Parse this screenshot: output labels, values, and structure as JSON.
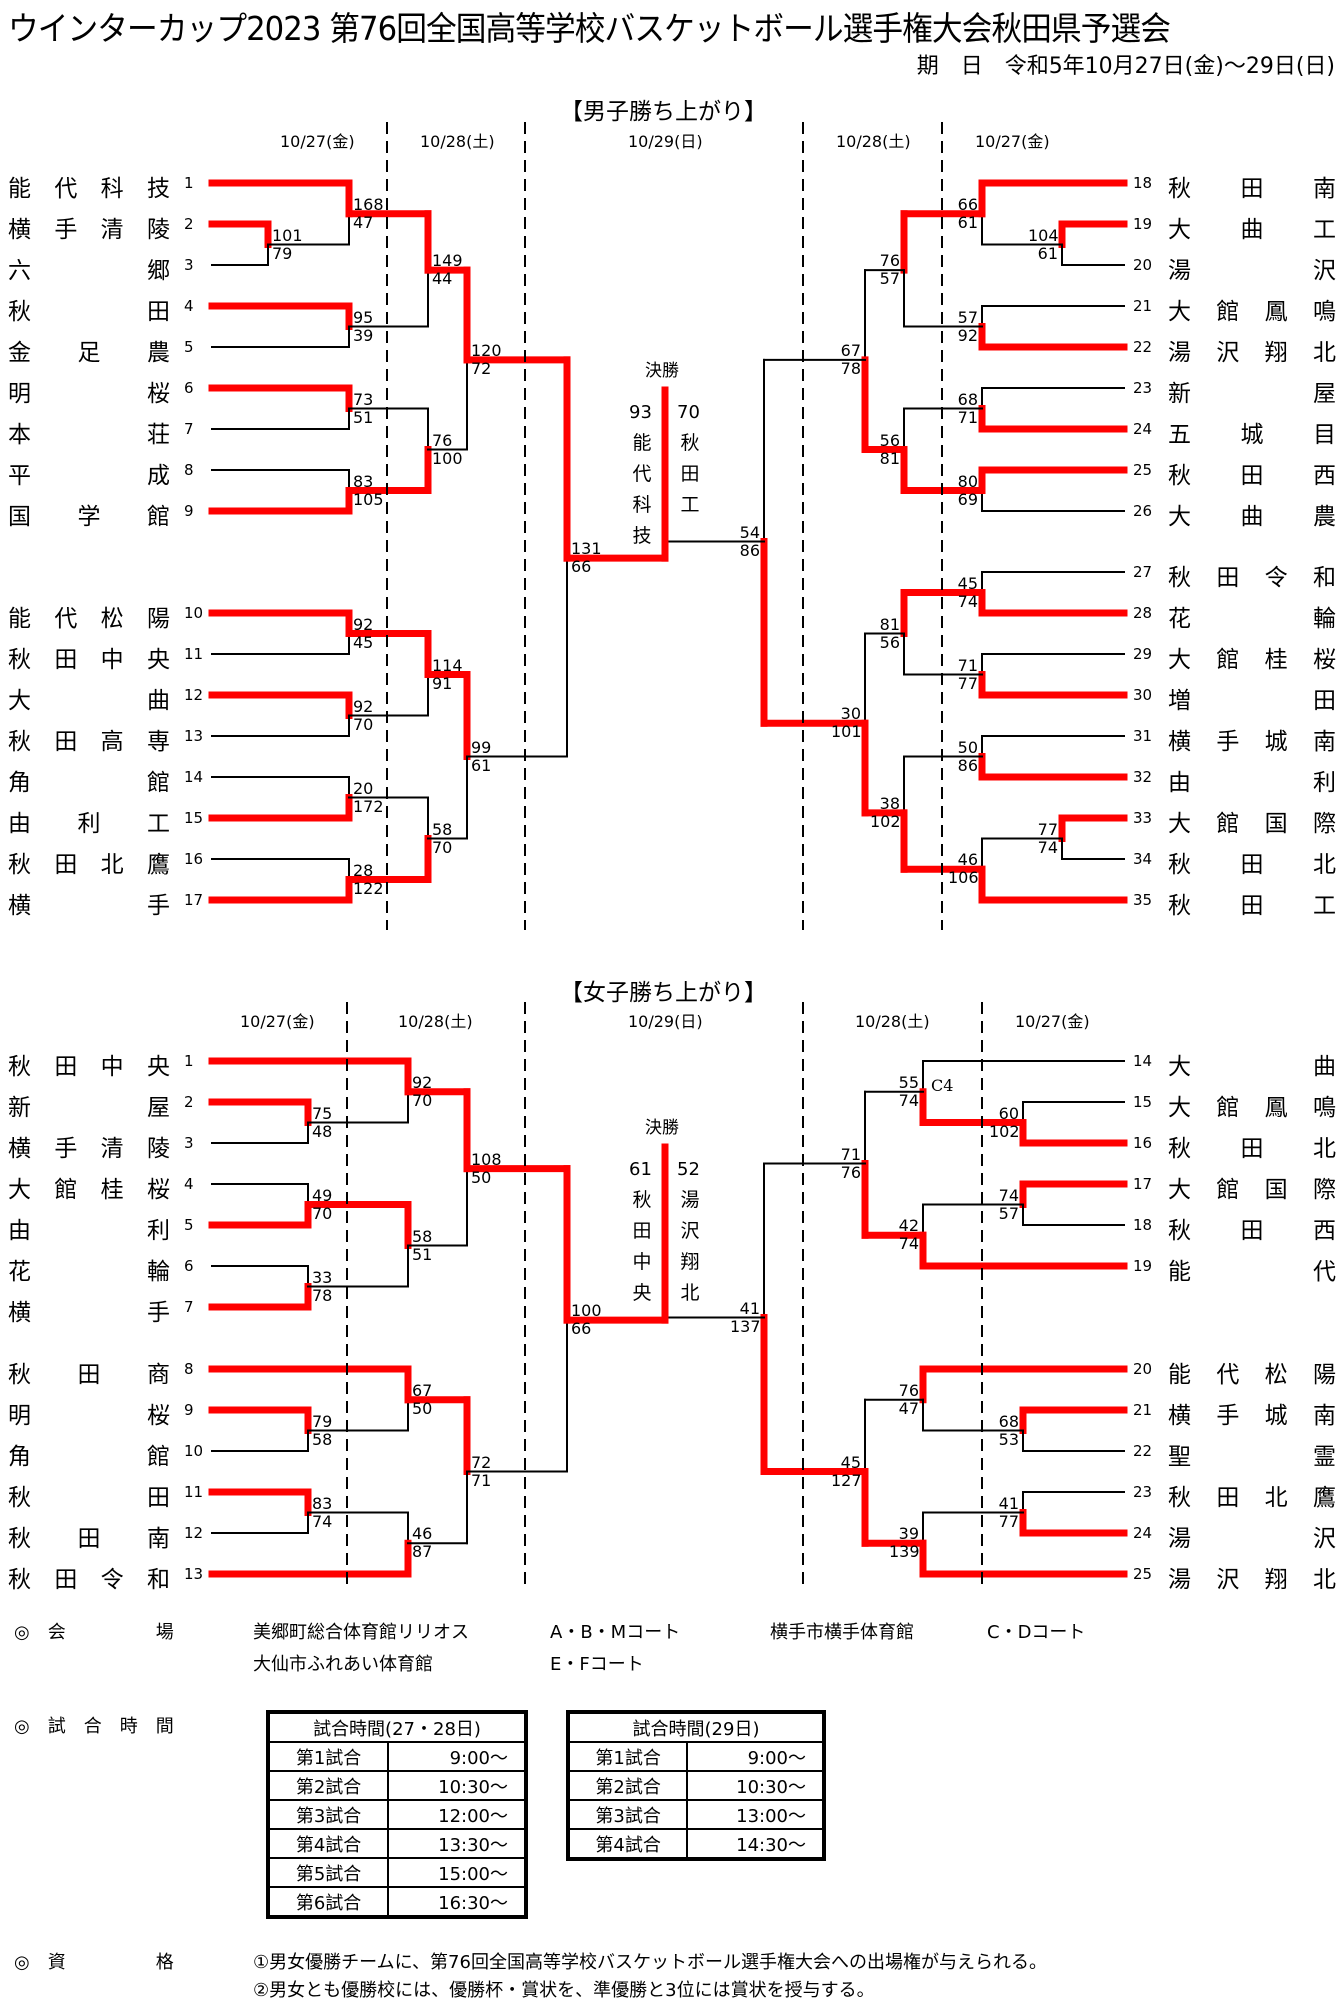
{
  "title": "ウインターカップ2023 第76回全国高等学校バスケットボール選手権大会秋田県予選会",
  "period": "期　日　令和5年10月27日(金)～29日(日)",
  "final_label": "決勝",
  "colors": {
    "winner_line": "#ff0000",
    "line": "#000000"
  },
  "boys": {
    "heading": "【男子勝ち上がり】",
    "dates": [
      "10/27(金)",
      "10/28(土)",
      "10/29(日)",
      "10/28(土)",
      "10/27(金)"
    ],
    "teams": [
      {
        "no": "1",
        "name": "能代科技"
      },
      {
        "no": "2",
        "name": "横手清陵"
      },
      {
        "no": "3",
        "name": "六郷"
      },
      {
        "no": "4",
        "name": "秋田"
      },
      {
        "no": "5",
        "name": "金足農"
      },
      {
        "no": "6",
        "name": "明桜"
      },
      {
        "no": "7",
        "name": "本荘"
      },
      {
        "no": "8",
        "name": "平成"
      },
      {
        "no": "9",
        "name": "国学館"
      },
      {
        "no": "10",
        "name": "能代松陽"
      },
      {
        "no": "11",
        "name": "秋田中央"
      },
      {
        "no": "12",
        "name": "大曲"
      },
      {
        "no": "13",
        "name": "秋田高専"
      },
      {
        "no": "14",
        "name": "角館"
      },
      {
        "no": "15",
        "name": "由利工"
      },
      {
        "no": "16",
        "name": "秋田北鷹"
      },
      {
        "no": "17",
        "name": "横手"
      },
      {
        "no": "18",
        "name": "秋田南"
      },
      {
        "no": "19",
        "name": "大曲工"
      },
      {
        "no": "20",
        "name": "湯沢"
      },
      {
        "no": "21",
        "name": "大館鳳鳴"
      },
      {
        "no": "22",
        "name": "湯沢翔北"
      },
      {
        "no": "23",
        "name": "新屋"
      },
      {
        "no": "24",
        "name": "五城目"
      },
      {
        "no": "25",
        "name": "秋田西"
      },
      {
        "no": "26",
        "name": "大曲農"
      },
      {
        "no": "27",
        "name": "秋田令和"
      },
      {
        "no": "28",
        "name": "花輪"
      },
      {
        "no": "29",
        "name": "大館桂桜"
      },
      {
        "no": "30",
        "name": "増田"
      },
      {
        "no": "31",
        "name": "横手城南"
      },
      {
        "no": "32",
        "name": "由利"
      },
      {
        "no": "33",
        "name": "大館国際"
      },
      {
        "no": "34",
        "name": "秋田北"
      },
      {
        "no": "35",
        "name": "秋田工"
      }
    ],
    "matches": [
      {
        "id": "b1",
        "top": "t2",
        "bottom": "t3",
        "scores": [
          "101",
          "79"
        ],
        "winner": "top"
      },
      {
        "id": "b2",
        "top": "t1",
        "bottom": "b1",
        "scores": [
          "168",
          "47"
        ],
        "winner": "top"
      },
      {
        "id": "b3",
        "top": "t4",
        "bottom": "t5",
        "scores": [
          "95",
          "39"
        ],
        "winner": "top"
      },
      {
        "id": "b4",
        "top": "t6",
        "bottom": "t7",
        "scores": [
          "73",
          "51"
        ],
        "winner": "top"
      },
      {
        "id": "b5",
        "top": "t8",
        "bottom": "t9",
        "scores": [
          "83",
          "105"
        ],
        "winner": "bottom"
      },
      {
        "id": "b6",
        "top": "b2",
        "bottom": "b3",
        "scores": [
          "149",
          "44"
        ],
        "winner": "top"
      },
      {
        "id": "b7",
        "top": "b4",
        "bottom": "b5",
        "scores": [
          "76",
          "100"
        ],
        "winner": "bottom"
      },
      {
        "id": "b8",
        "top": "b6",
        "bottom": "b7",
        "scores": [
          "120",
          "72"
        ],
        "winner": "top"
      },
      {
        "id": "b9",
        "top": "t10",
        "bottom": "t11",
        "scores": [
          "92",
          "45"
        ],
        "winner": "top"
      },
      {
        "id": "b10",
        "top": "t12",
        "bottom": "t13",
        "scores": [
          "92",
          "70"
        ],
        "winner": "top"
      },
      {
        "id": "b11",
        "top": "t14",
        "bottom": "t15",
        "scores": [
          "20",
          "172"
        ],
        "winner": "bottom"
      },
      {
        "id": "b12",
        "top": "t16",
        "bottom": "t17",
        "scores": [
          "28",
          "122"
        ],
        "winner": "bottom"
      },
      {
        "id": "b13",
        "top": "b9",
        "bottom": "b10",
        "scores": [
          "114",
          "91"
        ],
        "winner": "top"
      },
      {
        "id": "b14",
        "top": "b11",
        "bottom": "b12",
        "scores": [
          "58",
          "70"
        ],
        "winner": "bottom"
      },
      {
        "id": "b15",
        "top": "b13",
        "bottom": "b14",
        "scores": [
          "99",
          "61"
        ],
        "winner": "top"
      },
      {
        "id": "b16",
        "top": "b8",
        "bottom": "b15",
        "scores": [
          "131",
          "66"
        ],
        "winner": "top"
      },
      {
        "id": "b17",
        "top": "t19",
        "bottom": "t20",
        "scores": [
          "104",
          "61"
        ],
        "winner": "top"
      },
      {
        "id": "b18",
        "top": "t18",
        "bottom": "b17",
        "scores": [
          "66",
          "61"
        ],
        "winner": "top"
      },
      {
        "id": "b19",
        "top": "t21",
        "bottom": "t22",
        "scores": [
          "57",
          "92"
        ],
        "winner": "bottom"
      },
      {
        "id": "b20",
        "top": "t23",
        "bottom": "t24",
        "scores": [
          "68",
          "71"
        ],
        "winner": "bottom"
      },
      {
        "id": "b21",
        "top": "t25",
        "bottom": "t26",
        "scores": [
          "80",
          "69"
        ],
        "winner": "top"
      },
      {
        "id": "b22",
        "top": "b18",
        "bottom": "b19",
        "scores": [
          "76",
          "57"
        ],
        "winner": "top"
      },
      {
        "id": "b23",
        "top": "b20",
        "bottom": "b21",
        "scores": [
          "56",
          "81"
        ],
        "winner": "bottom"
      },
      {
        "id": "b24",
        "top": "b22",
        "bottom": "b23",
        "scores": [
          "67",
          "78"
        ],
        "winner": "bottom"
      },
      {
        "id": "b25",
        "top": "t27",
        "bottom": "t28",
        "scores": [
          "45",
          "74"
        ],
        "winner": "bottom"
      },
      {
        "id": "b26",
        "top": "t29",
        "bottom": "t30",
        "scores": [
          "71",
          "77"
        ],
        "winner": "bottom"
      },
      {
        "id": "b27",
        "top": "t31",
        "bottom": "t32",
        "scores": [
          "50",
          "86"
        ],
        "winner": "bottom"
      },
      {
        "id": "b28",
        "top": "t33",
        "bottom": "t34",
        "scores": [
          "77",
          "74"
        ],
        "winner": "top"
      },
      {
        "id": "b29",
        "top": "t35",
        "bottom": "b28",
        "scores": [
          "46",
          "106"
        ],
        "winner": "top",
        "note": "t35 drawn below"
      },
      {
        "id": "b30",
        "top": "b25",
        "bottom": "b26",
        "scores": [
          "81",
          "56"
        ],
        "winner": "top"
      },
      {
        "id": "b31",
        "top": "b27",
        "bottom": "b29",
        "scores": [
          "38",
          "102"
        ],
        "winner": "bottom"
      },
      {
        "id": "b32",
        "top": "b30",
        "bottom": "b31",
        "scores": [
          "30",
          "101"
        ],
        "winner": "bottom"
      },
      {
        "id": "b33",
        "top": "b24",
        "bottom": "b32",
        "scores": [
          "54",
          "86"
        ],
        "winner": "bottom"
      }
    ],
    "final": {
      "left_score": "93",
      "left_name": "能代科技",
      "right_score": "70",
      "right_name": "秋田工",
      "winner": "left"
    }
  },
  "girls": {
    "heading": "【女子勝ち上がり】",
    "dates": [
      "10/27(金)",
      "10/28(土)",
      "10/29(日)",
      "10/28(土)",
      "10/27(金)"
    ],
    "teams": [
      {
        "no": "1",
        "name": "秋田中央"
      },
      {
        "no": "2",
        "name": "新屋"
      },
      {
        "no": "3",
        "name": "横手清陵"
      },
      {
        "no": "4",
        "name": "大館桂桜"
      },
      {
        "no": "5",
        "name": "由利"
      },
      {
        "no": "6",
        "name": "花輪"
      },
      {
        "no": "7",
        "name": "横手"
      },
      {
        "no": "8",
        "name": "秋田商"
      },
      {
        "no": "9",
        "name": "明桜"
      },
      {
        "no": "10",
        "name": "角館"
      },
      {
        "no": "11",
        "name": "秋田"
      },
      {
        "no": "12",
        "name": "秋田南"
      },
      {
        "no": "13",
        "name": "秋田令和"
      },
      {
        "no": "14",
        "name": "大曲"
      },
      {
        "no": "15",
        "name": "大館鳳鳴"
      },
      {
        "no": "16",
        "name": "秋田北"
      },
      {
        "no": "17",
        "name": "大館国際"
      },
      {
        "no": "18",
        "name": "秋田西"
      },
      {
        "no": "19",
        "name": "能代"
      },
      {
        "no": "20",
        "name": "能代松陽"
      },
      {
        "no": "21",
        "name": "横手城南"
      },
      {
        "no": "22",
        "name": "聖霊"
      },
      {
        "no": "23",
        "name": "秋田北鷹"
      },
      {
        "no": "24",
        "name": "湯沢"
      },
      {
        "no": "25",
        "name": "湯沢翔北"
      }
    ],
    "matches": [
      {
        "id": "g1",
        "top": "t2",
        "bottom": "t3",
        "scores": [
          "75",
          "48"
        ],
        "winner": "top"
      },
      {
        "id": "g2",
        "top": "t4",
        "bottom": "t5",
        "scores": [
          "49",
          "70"
        ],
        "winner": "bottom"
      },
      {
        "id": "g3",
        "top": "t6",
        "bottom": "t7",
        "scores": [
          "33",
          "78"
        ],
        "winner": "bottom"
      },
      {
        "id": "g4",
        "top": "t1",
        "bottom": "g1",
        "scores": [
          "92",
          "70"
        ],
        "winner": "top"
      },
      {
        "id": "g5",
        "top": "g2",
        "bottom": "g3",
        "scores": [
          "58",
          "51"
        ],
        "winner": "top"
      },
      {
        "id": "g6",
        "top": "g4",
        "bottom": "g5",
        "scores": [
          "108",
          "50"
        ],
        "winner": "top"
      },
      {
        "id": "g7",
        "top": "t9",
        "bottom": "t10",
        "scores": [
          "79",
          "58"
        ],
        "winner": "top"
      },
      {
        "id": "g8",
        "top": "t11",
        "bottom": "t12",
        "scores": [
          "83",
          "74"
        ],
        "winner": "top"
      },
      {
        "id": "g9",
        "top": "t8",
        "bottom": "g7",
        "scores": [
          "67",
          "50"
        ],
        "winner": "top"
      },
      {
        "id": "g10",
        "top": "g8",
        "bottom": "t13",
        "scores": [
          "46",
          "87"
        ],
        "winner": "bottom"
      },
      {
        "id": "g11",
        "top": "g9",
        "bottom": "g10",
        "scores": [
          "72",
          "71"
        ],
        "winner": "top"
      },
      {
        "id": "g12",
        "top": "g6",
        "bottom": "g11",
        "scores": [
          "100",
          "66"
        ],
        "winner": "top"
      },
      {
        "id": "g13",
        "top": "t15",
        "bottom": "t16",
        "scores": [
          "60",
          "102"
        ],
        "winner": "bottom"
      },
      {
        "id": "g14",
        "top": "t17",
        "bottom": "t18",
        "scores": [
          "74",
          "57"
        ],
        "winner": "top"
      },
      {
        "id": "g15",
        "top": "t14",
        "bottom": "g13",
        "scores": [
          "55",
          "74"
        ],
        "winner": "bottom",
        "court": "C4"
      },
      {
        "id": "g16",
        "top": "g14",
        "bottom": "t19",
        "scores": [
          "42",
          "74"
        ],
        "winner": "bottom"
      },
      {
        "id": "g17",
        "top": "g15",
        "bottom": "g16",
        "scores": [
          "71",
          "76"
        ],
        "winner": "bottom"
      },
      {
        "id": "g18",
        "top": "t21",
        "bottom": "t22",
        "scores": [
          "68",
          "53"
        ],
        "winner": "top"
      },
      {
        "id": "g19",
        "top": "t23",
        "bottom": "t24",
        "scores": [
          "41",
          "77"
        ],
        "winner": "bottom"
      },
      {
        "id": "g20",
        "top": "t20",
        "bottom": "g18",
        "scores": [
          "76",
          "47"
        ],
        "winner": "top"
      },
      {
        "id": "g21",
        "top": "g19",
        "bottom": "t25",
        "scores": [
          "39",
          "139"
        ],
        "winner": "bottom"
      },
      {
        "id": "g22",
        "top": "g20",
        "bottom": "g21",
        "scores": [
          "45",
          "127"
        ],
        "winner": "bottom"
      },
      {
        "id": "g23",
        "top": "g17",
        "bottom": "g22",
        "scores": [
          "41",
          "137"
        ],
        "winner": "bottom"
      }
    ],
    "final": {
      "left_score": "61",
      "left_name": "秋田中央",
      "right_score": "52",
      "right_name": "湯沢翔北",
      "winner": "left"
    }
  },
  "info": {
    "venue_label": "◎　会　　　　　場",
    "venues": [
      {
        "name": "美郷町総合体育館リリオス",
        "courts": "A・B・Mコート"
      },
      {
        "name": "横手市横手体育館",
        "courts": "C・Dコート"
      },
      {
        "name": "大仙市ふれあい体育館",
        "courts": "E・Fコート"
      }
    ],
    "time_label": "◎　試　合　時　間",
    "schedule_a": {
      "header": "試合時間(27・28日)",
      "rows": [
        [
          "第1試合",
          "9:00～"
        ],
        [
          "第2試合",
          "10:30～"
        ],
        [
          "第3試合",
          "12:00～"
        ],
        [
          "第4試合",
          "13:30～"
        ],
        [
          "第5試合",
          "15:00～"
        ],
        [
          "第6試合",
          "16:30～"
        ]
      ]
    },
    "schedule_b": {
      "header": "試合時間(29日)",
      "rows": [
        [
          "第1試合",
          "9:00～"
        ],
        [
          "第2試合",
          "10:30～"
        ],
        [
          "第3試合",
          "13:00～"
        ],
        [
          "第4試合",
          "14:30～"
        ]
      ]
    },
    "qual_label": "◎　資　　　　　格",
    "qual_lines": [
      "①男女優勝チームに、第76回全国高等学校バスケットボール選手権大会への出場権が与えられる。",
      "②男女とも優勝校には、優勝杯・賞状を、準優勝と3位には賞状を授与する。"
    ]
  }
}
